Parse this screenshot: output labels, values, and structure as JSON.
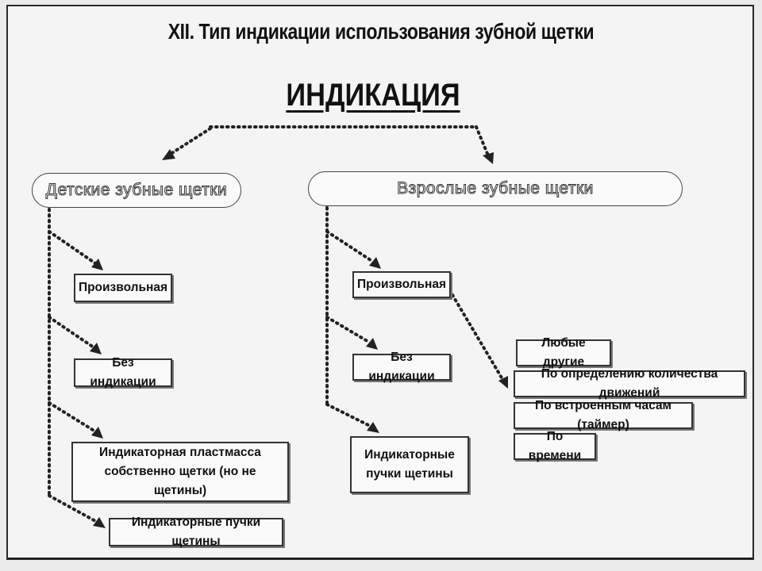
{
  "title": "XII. Тип индикации использования зубной щетки",
  "heading": "ИНДИКАЦИЯ",
  "categories": {
    "children": "Детские зубные щетки",
    "adults": "Взрослые зубные щетки"
  },
  "children_items": {
    "arbitrary": "Произвольная",
    "no_indication": "Без индикации",
    "plastic": "Индикаторная пластмасса собственно щетки (но не щетины)",
    "tufts": "Индикаторные пучки щетины"
  },
  "adult_items": {
    "arbitrary": "Произвольная",
    "no_indication": "Без индикации",
    "tufts": "Индикаторные пучки щетины"
  },
  "arbitrary_options": {
    "any": "Любые другие",
    "count": "По определению количества движений",
    "clock": "По встроенным часам (таймер)",
    "time": "По времени"
  }
}
